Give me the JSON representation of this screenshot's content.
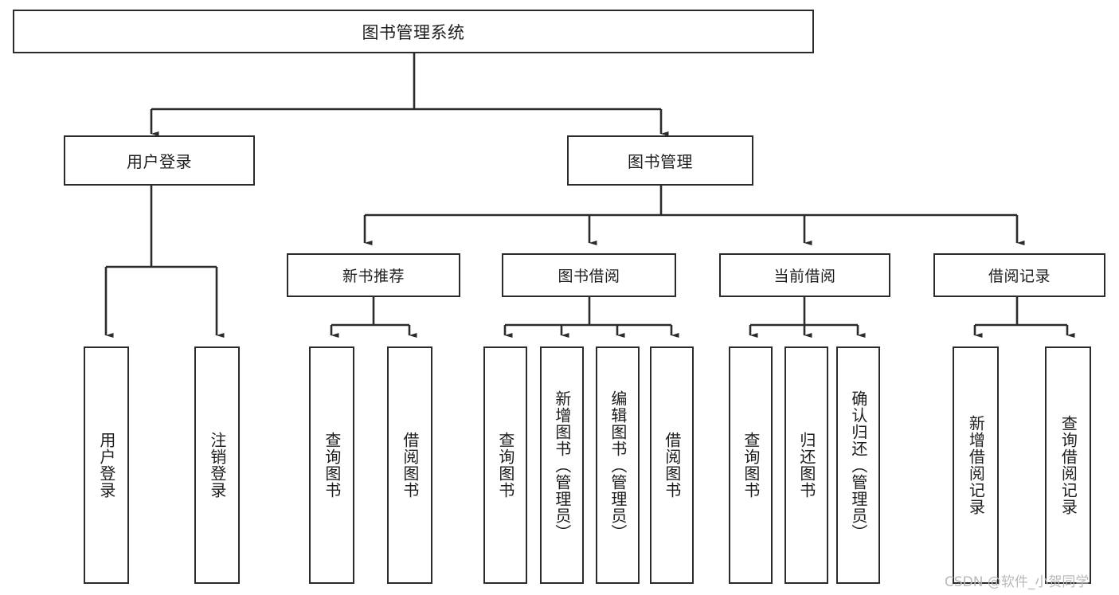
{
  "diagram": {
    "title": "图书管理系统",
    "watermark": "CSDN @软件_小贺同学",
    "line_color": "#2b2b2b",
    "box_fill": "#ffffff",
    "text_color": "#1d1d1d",
    "watermark_color": "#b9b9b9"
  },
  "nodes": {
    "root": {
      "label": "图书管理系统"
    },
    "level2": [
      {
        "label": "用户登录"
      },
      {
        "label": "图书管理"
      }
    ],
    "level3": [
      {
        "label": "新书推荐"
      },
      {
        "label": "图书借阅"
      },
      {
        "label": "当前借阅"
      },
      {
        "label": "借阅记录"
      }
    ],
    "leaves": {
      "user_login": [
        {
          "label": "用户登录"
        },
        {
          "label": "注销登录"
        }
      ],
      "new_book_recommend": [
        {
          "label": "查询图书"
        },
        {
          "label": "借阅图书"
        }
      ],
      "book_borrow": [
        {
          "label": "查询图书"
        },
        {
          "label": "新增图书（管理员）"
        },
        {
          "label": "编辑图书（管理员）"
        },
        {
          "label": "借阅图书"
        }
      ],
      "current_borrow": [
        {
          "label": "查询图书"
        },
        {
          "label": "归还图书"
        },
        {
          "label": "确认归还（管理员）"
        }
      ],
      "borrow_record": [
        {
          "label": "新增借阅记录"
        },
        {
          "label": "查询借阅记录"
        }
      ]
    }
  }
}
